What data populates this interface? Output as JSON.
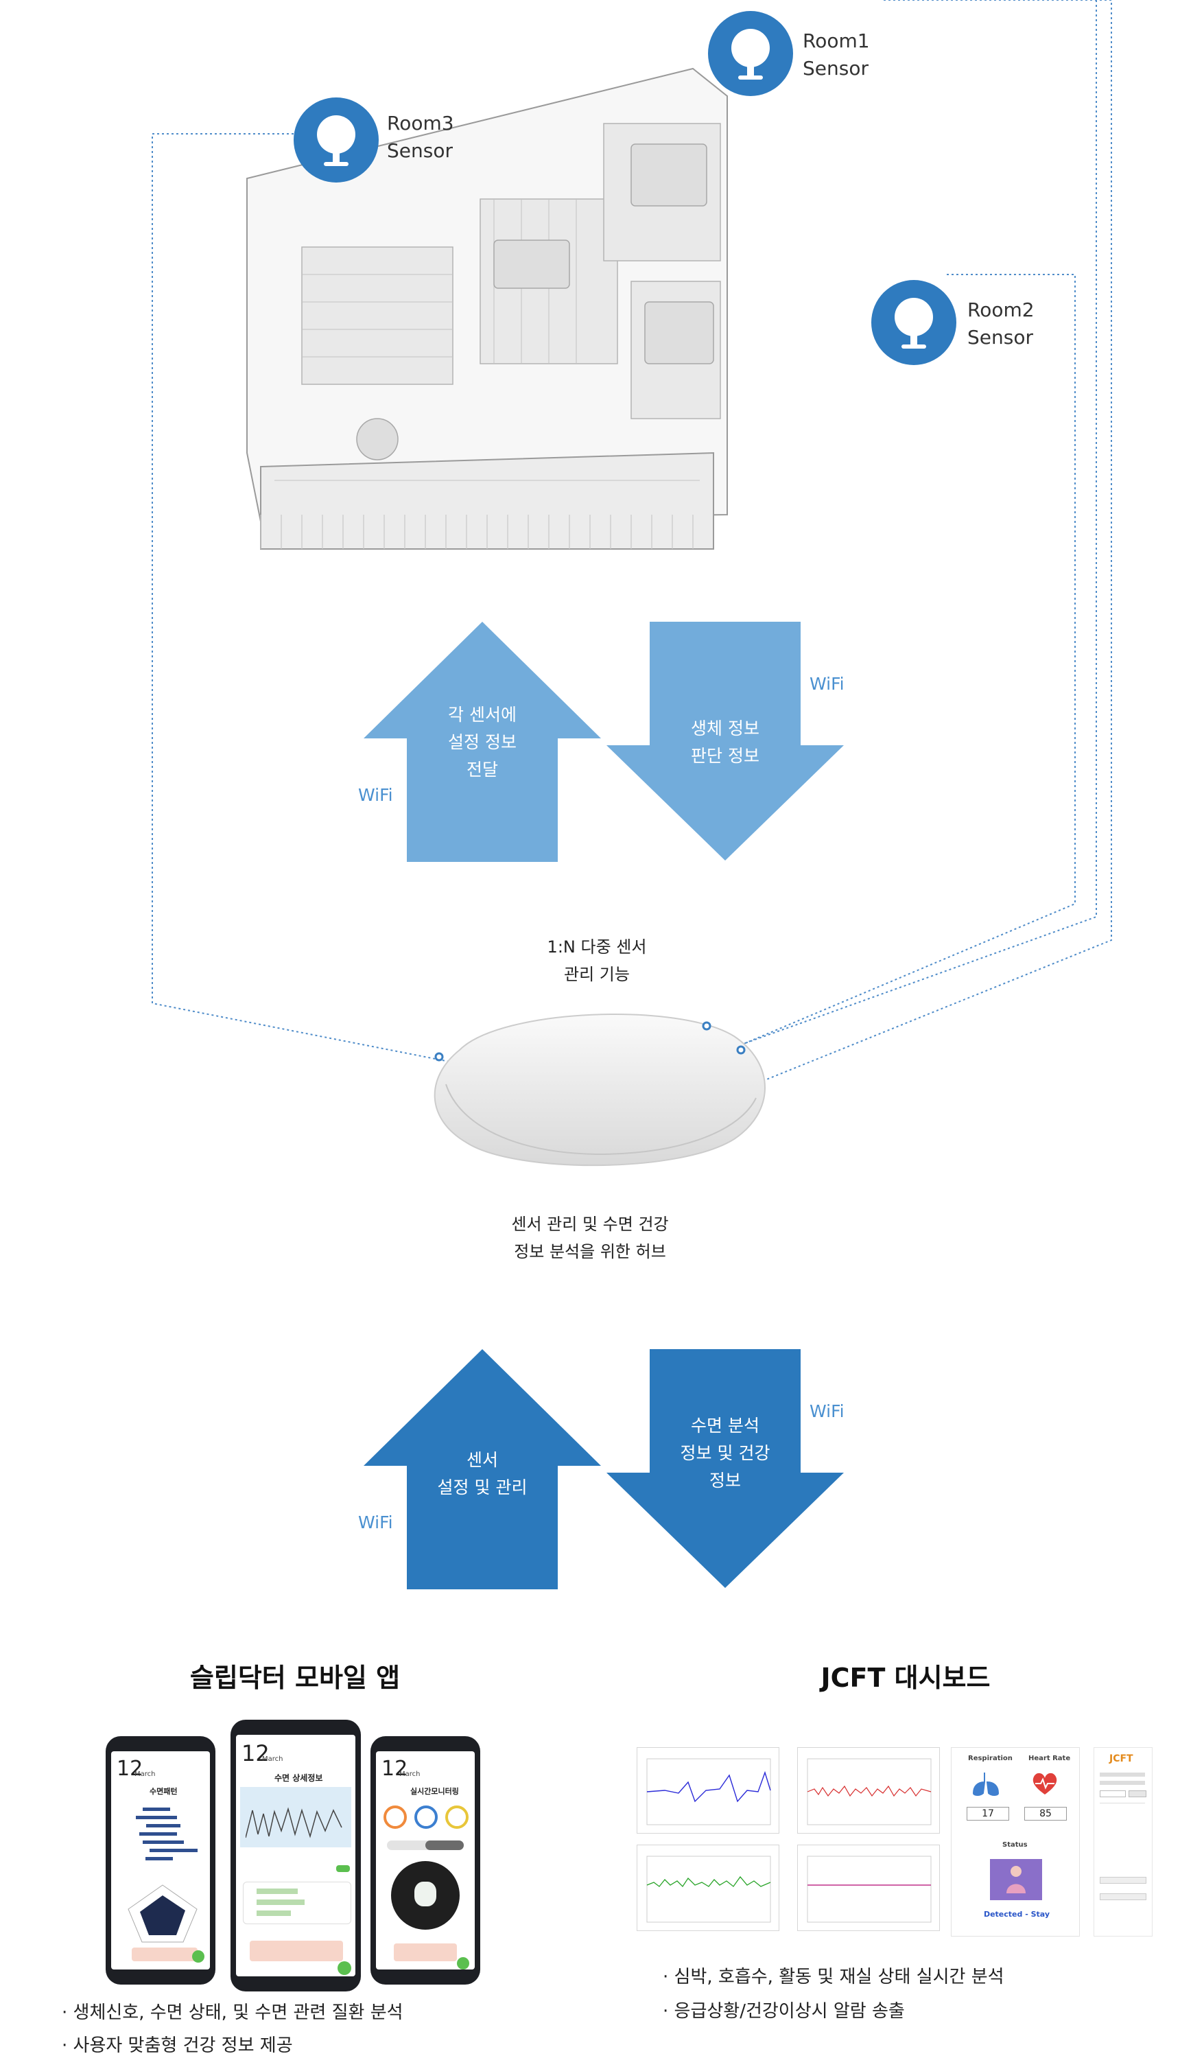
{
  "sensors": [
    {
      "id": "room1",
      "line1": "Room1",
      "line2": "Sensor"
    },
    {
      "id": "room2",
      "line1": "Room2",
      "line2": "Sensor"
    },
    {
      "id": "room3",
      "line1": "Room3",
      "line2": "Sensor"
    }
  ],
  "top_arrows": {
    "up_lines": [
      "각 센서에",
      "설정 정보",
      "전달"
    ],
    "down_lines": [
      "생체 정보",
      "판단 정보"
    ],
    "wifi_left": "WiFi",
    "wifi_right": "WiFi"
  },
  "hub": {
    "title_lines": [
      "1:N 다중 센서",
      "관리 기능"
    ],
    "caption_lines": [
      "센서 관리 및 수면 건강",
      "정보 분석을 위한 허브"
    ]
  },
  "bottom_arrows": {
    "up_lines": [
      "센서",
      "설정 및 관리"
    ],
    "down_lines": [
      "수면 분석",
      "정보 및 건강",
      "정보"
    ],
    "wifi_left": "WiFi",
    "wifi_right": "WiFi"
  },
  "mobile_app": {
    "title": "슬립닥터 모바일 앱",
    "phones": [
      {
        "day": "12",
        "month": "March",
        "header": "수면패턴"
      },
      {
        "day": "12",
        "month": "March",
        "header": "수면 상세정보"
      },
      {
        "day": "12",
        "month": "March",
        "header": "실시간모니터링"
      }
    ],
    "bullets": [
      "· 생체신호, 수면 상태, 및 수면 관련 질환 분석",
      "· 사용자 맞춤형 건강 정보 제공"
    ]
  },
  "dashboard": {
    "title": "JCFT 대시보드",
    "vitals": {
      "respiration_label": "Respiration",
      "heart_rate_label": "Heart Rate",
      "respiration_value": "17",
      "heart_rate_value": "85",
      "status_label": "Status",
      "status_value": "Detected - Stay"
    },
    "logo": "JCFT",
    "bullets": [
      "· 심박, 호흡수, 활동 및 재실 상태 실시간 분석",
      "· 응급상황/건강이상시 알람 송출"
    ]
  },
  "colors": {
    "sensor_blue": "#2f7bbf",
    "arrow_light": "#72acdb",
    "arrow_dark": "#2b79bc",
    "wifi_text": "#4a90d0",
    "dotted_line": "#4f8cc9"
  }
}
